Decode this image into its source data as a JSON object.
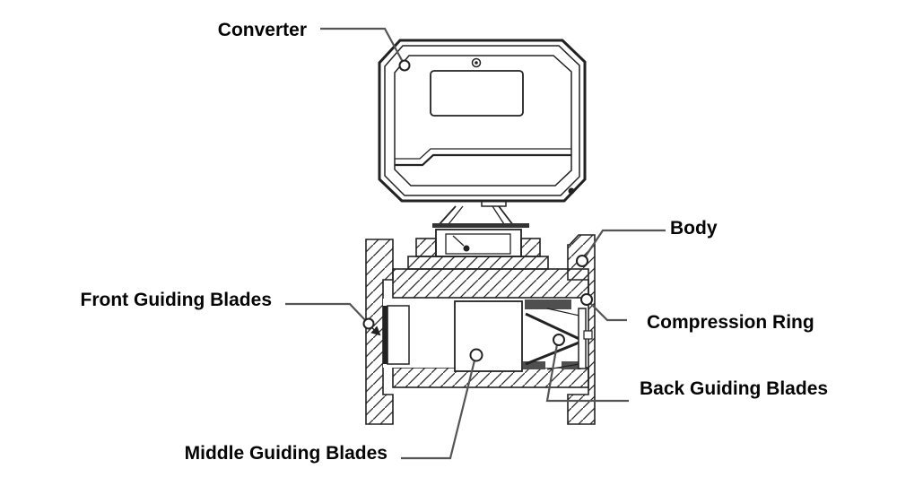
{
  "diagram": {
    "labels": {
      "converter": "Converter",
      "body": "Body",
      "front_guiding_blades": "Front Guiding Blades",
      "compression_ring": "Compression Ring",
      "back_guiding_blades": "Back Guiding Blades",
      "middle_guiding_blades": "Middle Guiding Blades"
    },
    "colors": {
      "drawing_line": "#222222",
      "leader_line": "#555555",
      "label_text": "#050505",
      "hatch_line": "#2b2b2b",
      "background": "#ffffff"
    }
  }
}
